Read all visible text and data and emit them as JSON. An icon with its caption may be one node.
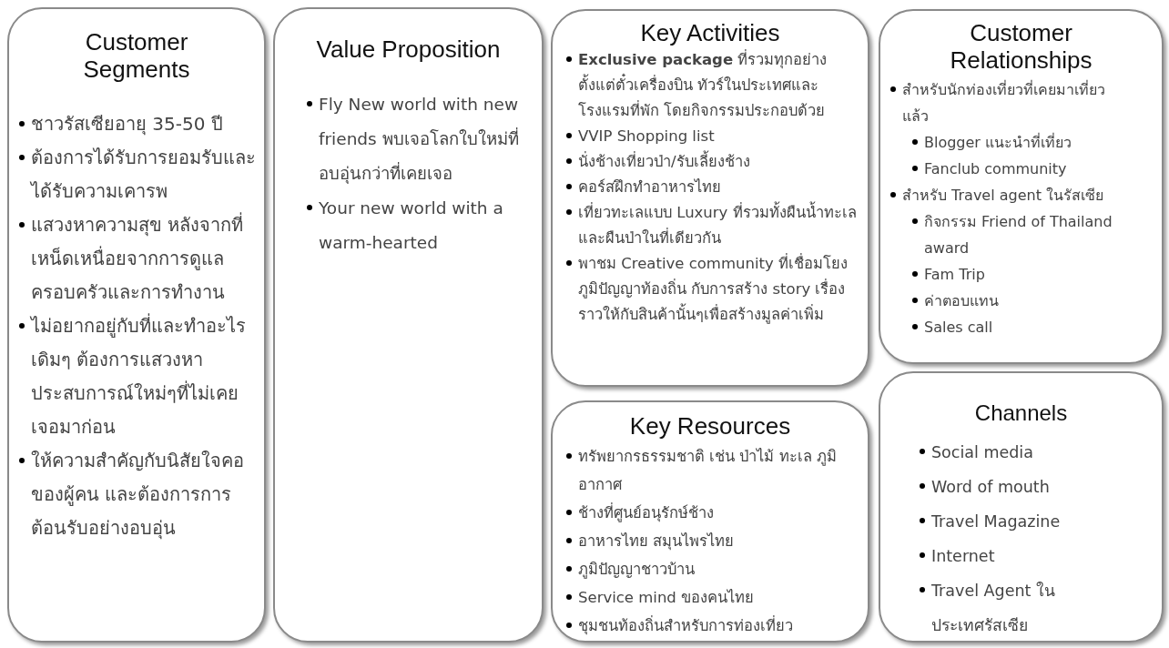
{
  "diagram": {
    "nodes": [
      {
        "text": [
          "Customer Segments",
          "ชาวรัสเซียอายุ 35-50 ปี",
          "ต้องการได้รับการยอมรับและได้รับความเคารพ",
          "แสวงหาความสุข หลังจากที่เหน็ดเหนื่อยจากการดูแลครอบครัวและการทำงาน",
          "ไม่อยากอยู่กับที่และทำอะไรเดิมๆ ต้องการแสวงหาประสบการณ์ใหม่ๆที่ไม่เคยเจอมาก่อน",
          "ให้ความสำคัญกับนิสัยใจคอของผู้คน และต้องการการต้อนรับอย่างอบอุ่น"
        ]
      },
      {
        "text": [
          "Value Proposition",
          "Fly New world with new friends พบเจอโลกใบใหม่ที่อบอุ่นกว่าที่เคยเจอ",
          "Your new world with a warm-hearted"
        ]
      },
      {
        "text": [
          "Key Activities",
          "**Exclusive package** ที่รวมทุกอย่างตั้งแต่ตั๋วเครื่องบิน ทัวร์ในประเทศและโรงแรมที่พัก โดยกิจกรรมประกอบด้วย",
          "VVIP Shopping list",
          "นั่งช้างเที่ยวป่า/รับเลี้ยงช้าง",
          "คอร์สฝึกทำอาหารไทย",
          "เที่ยวทะเลแบบ Luxury ที่รวมทั้งผืนน้ำทะเลและผืนป่าในที่เดียวกัน",
          "พาชม Creative community ที่เชื่อมโยงภูมิปัญญาท้องถิ่น กับการสร้าง story เรื่องราวให้กับสินค้านั้นๆเพื่อสร้างมูลค่าเพิ่ม"
        ]
      },
      {
        "text": [
          "Key Resources",
          "ทรัพยากรธรรมชาติ เช่น ป่าไม้ ทะเล ภูมิอากาศ",
          "ช้างที่ศูนย์อนุรักษ์ช้าง",
          "อาหารไทย สมุนไพรไทย",
          "ภูมิปัญญาชาวบ้าน",
          "Service mind ของคนไทย",
          "ชุมชนท้องถิ่นสำหรับการท่องเที่ยว"
        ]
      },
      {
        "text": [
          "Customer Relationships",
          "สำหรับนักท่องเที่ยวที่เคยมาเที่ยวแล้ว",
          "Blogger แนะนำที่เที่ยว",
          "Fanclub community",
          "สำหรับ Travel agent ในรัสเซีย",
          "กิจกรรม Friend of Thailand award",
          "Fam Trip",
          "ค่าตอบแทน",
          "Sales call"
        ]
      },
      {
        "text": [
          "Channels",
          "Social media",
          "Word of mouth",
          "Travel Magazine",
          "Internet",
          "Travel Agent ในประเทศรัสเซีย"
        ]
      }
    ]
  }
}
